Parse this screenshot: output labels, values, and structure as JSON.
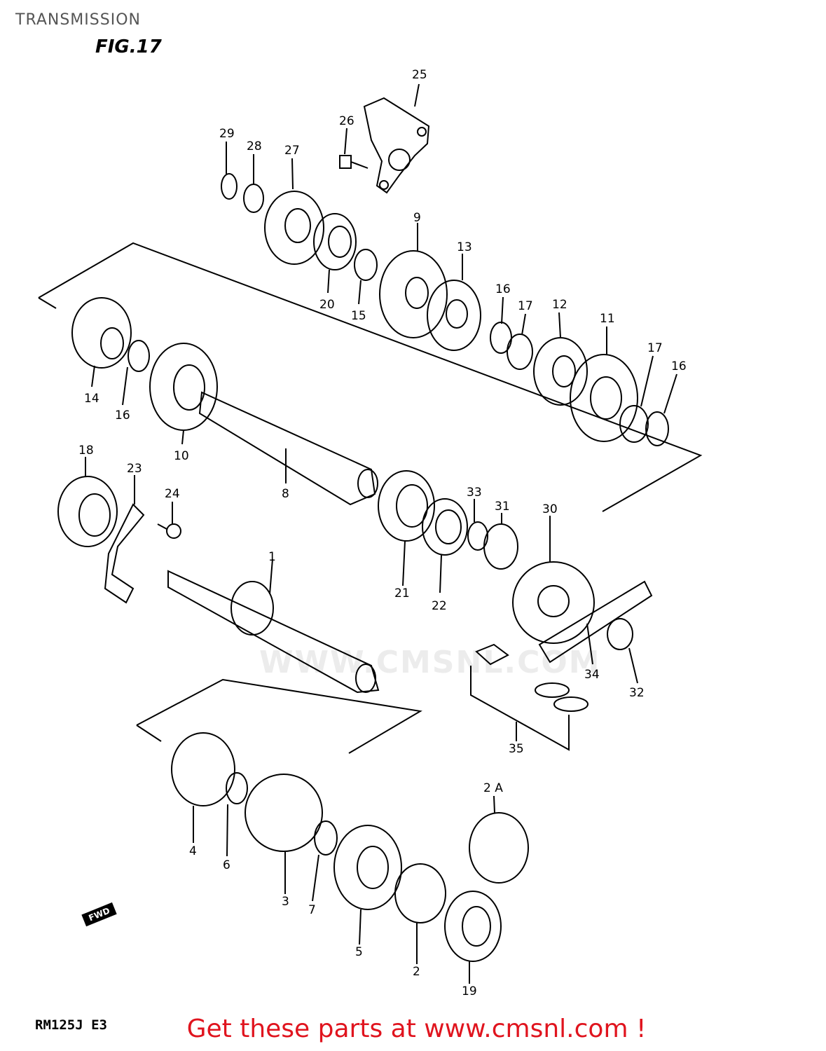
{
  "header": {
    "title": "TRANSMISSION",
    "figure": "FIG.17"
  },
  "footer": {
    "model": "RM125J E3",
    "promo": "Get these parts at www.cmsnl.com !"
  },
  "fwd_badge": "FWD",
  "watermark": "WWW.CMSNL.COM",
  "callouts": [
    "25",
    "26",
    "29",
    "28",
    "27",
    "9",
    "13",
    "20",
    "15",
    "16",
    "17",
    "12",
    "11",
    "17",
    "16",
    "14",
    "16",
    "10",
    "8",
    "18",
    "23",
    "24",
    "33",
    "31",
    "30",
    "1",
    "21",
    "22",
    "34",
    "32",
    "35",
    "2 A",
    "4",
    "6",
    "3",
    "7",
    "5",
    "2",
    "19"
  ]
}
